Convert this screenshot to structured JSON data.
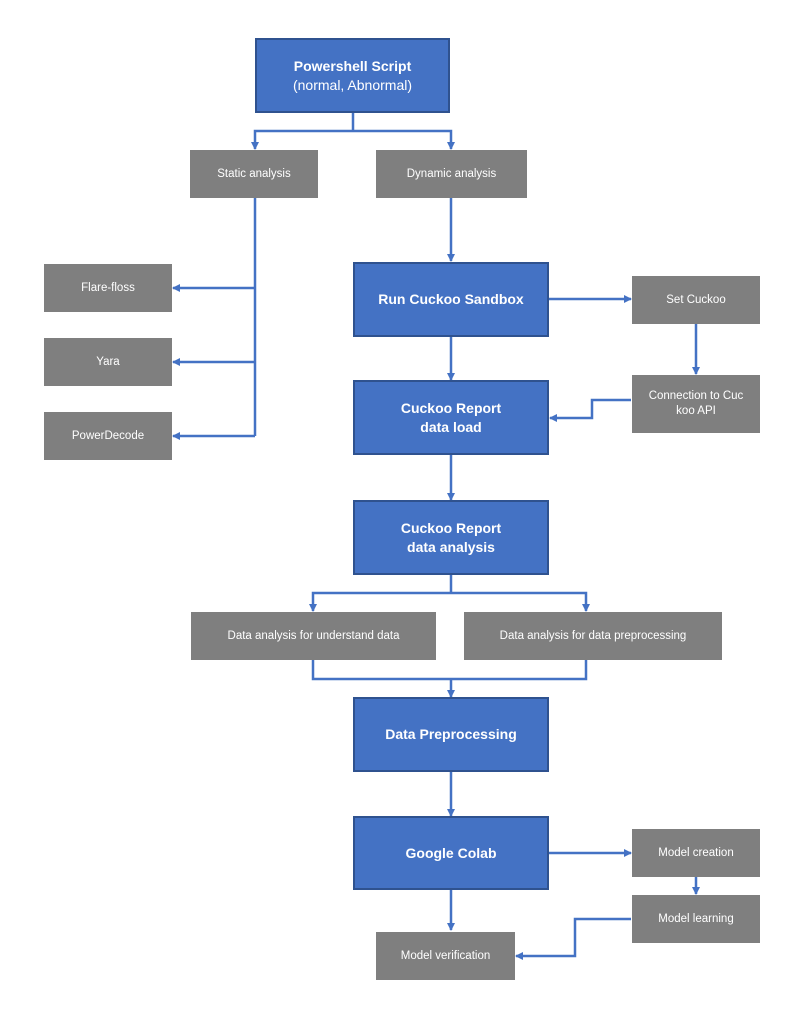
{
  "colors": {
    "primary_fill": "#4472c4",
    "primary_border": "#2f528f",
    "secondary_fill": "#7f7f7f",
    "connector": "#4472c4"
  },
  "nodes": {
    "powershell_script": {
      "title": "Powershell Script",
      "subtitle": "(normal, Abnormal)"
    },
    "static_analysis": {
      "label": "Static analysis"
    },
    "dynamic_analysis": {
      "label": "Dynamic analysis"
    },
    "flare_floss": {
      "label": "Flare-floss"
    },
    "yara": {
      "label": "Yara"
    },
    "powerdecode": {
      "label": "PowerDecode"
    },
    "run_cuckoo_sandbox": {
      "label": "Run Cuckoo Sandbox"
    },
    "set_cuckoo": {
      "label": "Set Cuckoo"
    },
    "connection_cuckoo_api": {
      "line1": "Connection to Cuc",
      "line2": "koo API"
    },
    "cuckoo_report_load": {
      "line1": "Cuckoo Report",
      "line2": "data load"
    },
    "cuckoo_report_analysis": {
      "line1": "Cuckoo Report",
      "line2": "data analysis"
    },
    "analysis_understand": {
      "label": "Data analysis for understand data"
    },
    "analysis_preprocessing": {
      "label": "Data analysis for data preprocessing"
    },
    "data_preprocessing": {
      "label": "Data Preprocessing"
    },
    "google_colab": {
      "label": "Google Colab"
    },
    "model_creation": {
      "label": "Model creation"
    },
    "model_learning": {
      "label": "Model learning"
    },
    "model_verification": {
      "label": "Model verification"
    }
  }
}
